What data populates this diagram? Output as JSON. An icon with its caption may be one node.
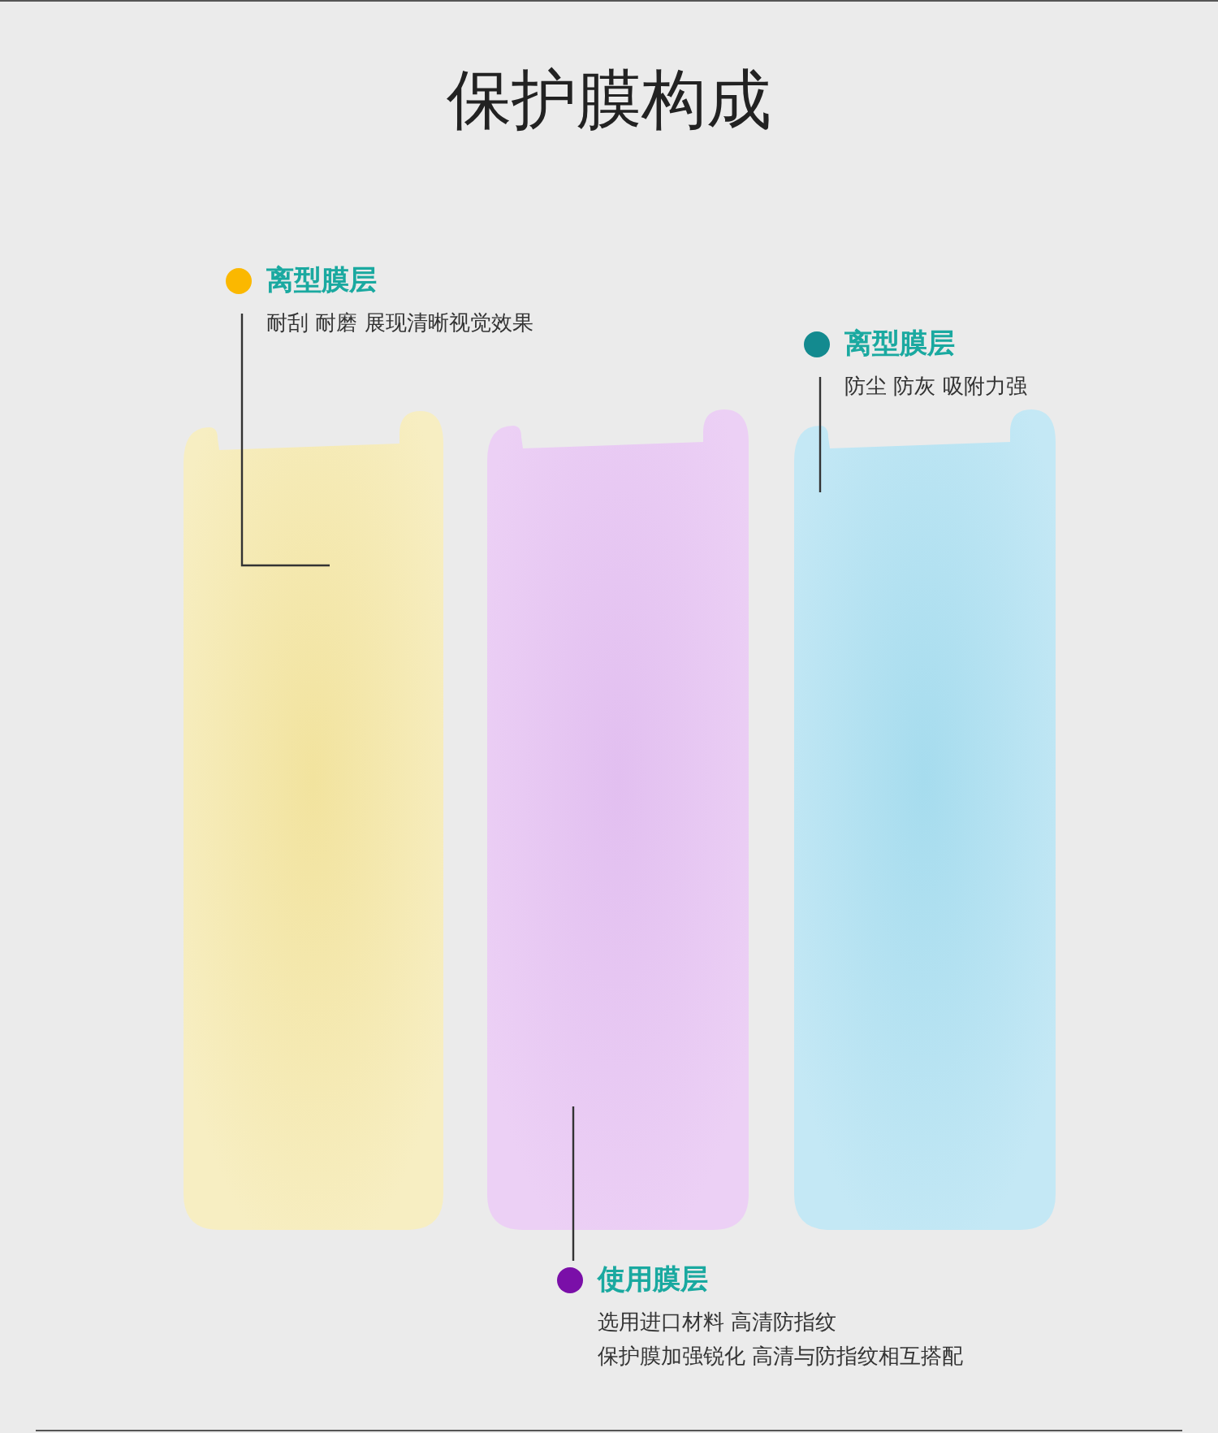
{
  "diagram": {
    "title": "保护膜构成",
    "nodes": [
      {
        "text": [
          "离型膜层",
          "耐刮 耐磨 展现清晰视觉效果"
        ]
      },
      {
        "text": [
          "离型膜层",
          "防尘 防灰 吸附力强"
        ]
      },
      {
        "text": [],
        "shape": "box"
      },
      {
        "text": [],
        "shape": "box"
      },
      {
        "text": [],
        "shape": "box"
      },
      {
        "text": [
          "使用膜层",
          "选用进口材料 高清防指纹",
          "保护膜加强锐化 高清与防指纹相互搭配"
        ]
      }
    ],
    "edges": [
      {
        "from": 0,
        "to": 2,
        "arrow": "none"
      },
      {
        "from": 1,
        "to": 4,
        "arrow": "none"
      },
      {
        "from": 5,
        "to": 3,
        "arrow": "none"
      }
    ]
  }
}
